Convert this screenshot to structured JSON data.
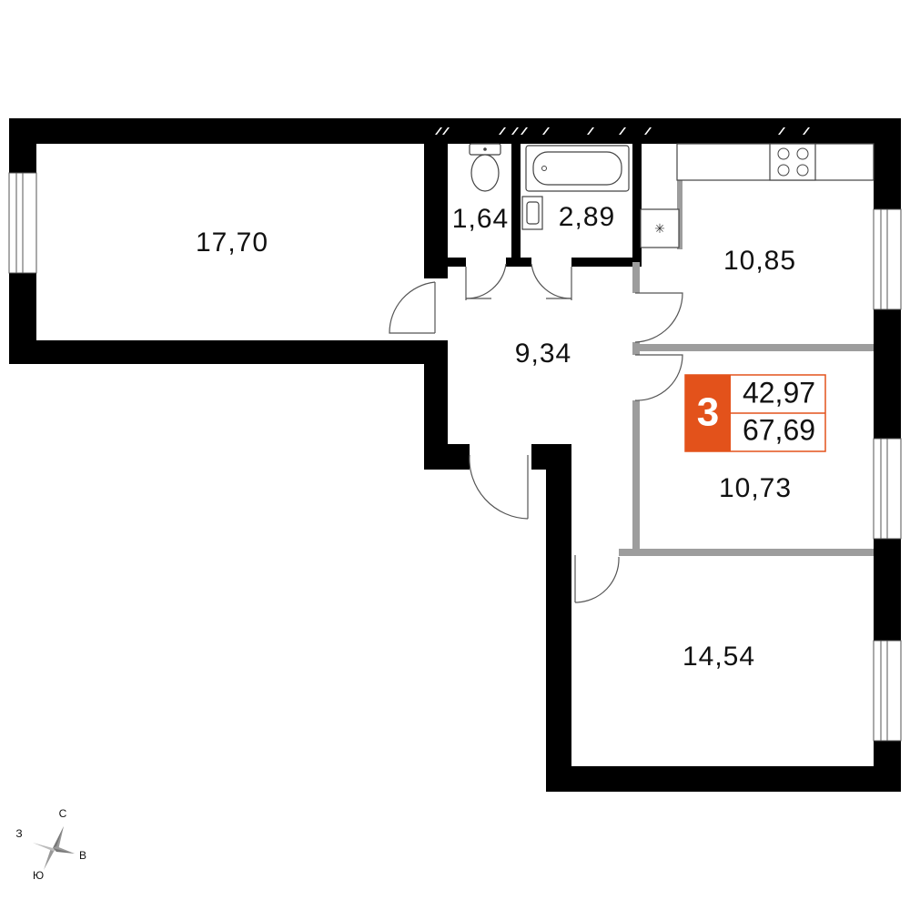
{
  "rooms": {
    "living": "17,70",
    "toilet": "1,64",
    "bathroom": "2,89",
    "kitchen": "10,85",
    "hall": "9,34",
    "bedroom1": "10,73",
    "bedroom2": "14,54"
  },
  "badge": {
    "rooms_count": "3",
    "living_area": "42,97",
    "total_area": "67,69",
    "color": "#e3521b"
  },
  "compass": {
    "north": "С",
    "south": "Ю",
    "west": "З",
    "east": "В"
  },
  "icons": {
    "toilet": "toilet-icon",
    "bathtub": "bathtub-icon",
    "sink": "sink-icon",
    "stove": "stove-icon",
    "boiler": "boiler-icon"
  }
}
